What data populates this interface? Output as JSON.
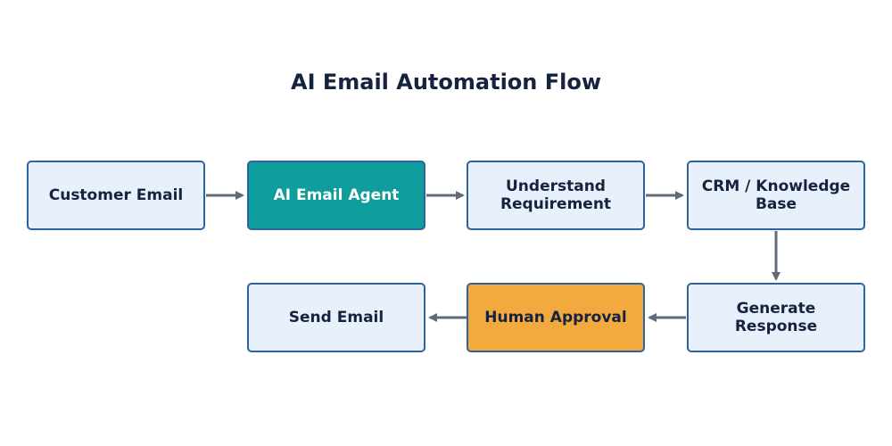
{
  "diagram": {
    "title": "AI Email Automation Flow",
    "nodes": [
      {
        "id": "customer_email",
        "label": "Customer Email"
      },
      {
        "id": "ai_email_agent",
        "label": "AI Email Agent"
      },
      {
        "id": "understand_requirement",
        "label": "Understand\nRequirement"
      },
      {
        "id": "crm_knowledge_base",
        "label": "CRM / Knowledge\nBase"
      },
      {
        "id": "generate_response",
        "label": "Generate\nResponse"
      },
      {
        "id": "human_approval",
        "label": "Human Approval"
      },
      {
        "id": "send_email",
        "label": "Send Email"
      }
    ],
    "edges": [
      {
        "from": "customer_email",
        "to": "ai_email_agent"
      },
      {
        "from": "ai_email_agent",
        "to": "understand_requirement"
      },
      {
        "from": "understand_requirement",
        "to": "crm_knowledge_base"
      },
      {
        "from": "crm_knowledge_base",
        "to": "generate_response"
      },
      {
        "from": "generate_response",
        "to": "human_approval"
      },
      {
        "from": "human_approval",
        "to": "send_email"
      }
    ],
    "colors": {
      "title_text": "#15233f",
      "default_fill": "#e8f1fb",
      "border": "#2d63a0",
      "agent_fill": "#0f9c9c",
      "approval_fill": "#f2a93e",
      "arrow": "#5f6b7a"
    }
  }
}
